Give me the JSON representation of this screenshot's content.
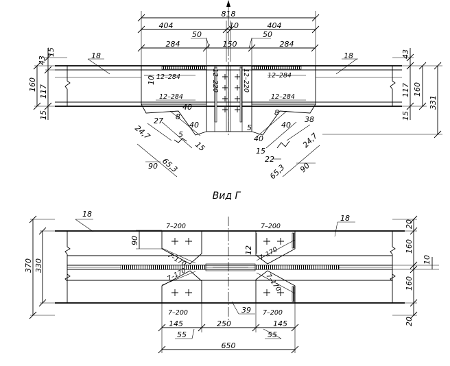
{
  "top_view": {
    "dims": {
      "overall": "818",
      "left_half": "404",
      "gap": "10",
      "right_half": "404",
      "offset_left": "50",
      "offset_right": "50",
      "plate_left": "284",
      "center": "150",
      "plate_right": "284",
      "beam_left": "18",
      "beam_right": "18",
      "left_43": "43",
      "left_15_top": "15",
      "left_160": "160",
      "left_117": "117",
      "left_15_bottom": "15",
      "left_10": "10",
      "right_43": "43",
      "right_160": "160",
      "right_117": "117",
      "right_15": "15",
      "right_331": "331",
      "plate_tl": "12–284",
      "plate_bl": "12–284",
      "plate_tr": "12–284",
      "plate_br": "12–284",
      "vert_left": "12–220",
      "vert_right": "12–220",
      "l_8": "8",
      "l_40a": "40",
      "l_27": "27",
      "l_40b": "40",
      "l_5": "5",
      "l_24_7": "24,7",
      "l_15": "15",
      "l_90": "90",
      "l_65_3": "65,3",
      "r_8": "8",
      "r_40a": "40",
      "r_38": "38",
      "r_5": "5",
      "r_40b": "40",
      "r_15": "15",
      "r_22": "22",
      "r_24_7": "24,7",
      "r_65_3": "65,3",
      "r_90": "90"
    }
  },
  "view_title": "Вид Г",
  "bottom_view": {
    "dims": {
      "beam_left": "18",
      "beam_right": "18",
      "plate_tl": "7–200",
      "plate_tr": "7–200",
      "plate_bl": "7–200",
      "plate_br": "7–200",
      "d_90": "90",
      "d_12": "12",
      "diag_tl": "7–170",
      "diag_bl": "7–170",
      "diag_tr": "7–170",
      "diag_br": "7–170",
      "left_370": "370",
      "left_330": "330",
      "right_20_top": "20",
      "right_160_top": "160",
      "right_10": "10",
      "right_160_bottom": "160",
      "right_20_bottom": "20",
      "d_145_left": "145",
      "d_250": "250",
      "d_39": "39",
      "d_145_right": "145",
      "d_55_left": "55",
      "d_55_right": "55",
      "overall": "650"
    }
  }
}
